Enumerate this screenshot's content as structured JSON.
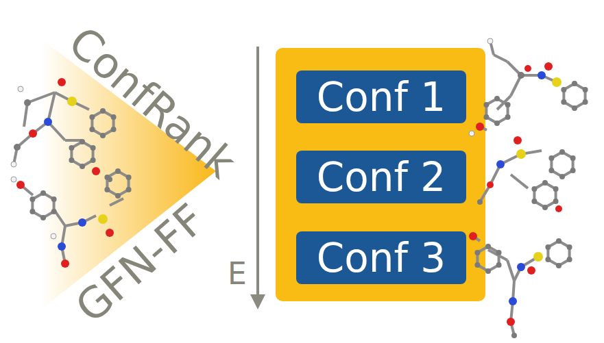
{
  "diagram": {
    "nodes": [
      {
        "text": [
          "Conf 1"
        ]
      },
      {
        "text": [
          "Conf 2"
        ]
      },
      {
        "text": [
          "Conf 3"
        ]
      }
    ],
    "labels": [
      "ConfRank",
      "GFN-FF",
      "E"
    ]
  }
}
